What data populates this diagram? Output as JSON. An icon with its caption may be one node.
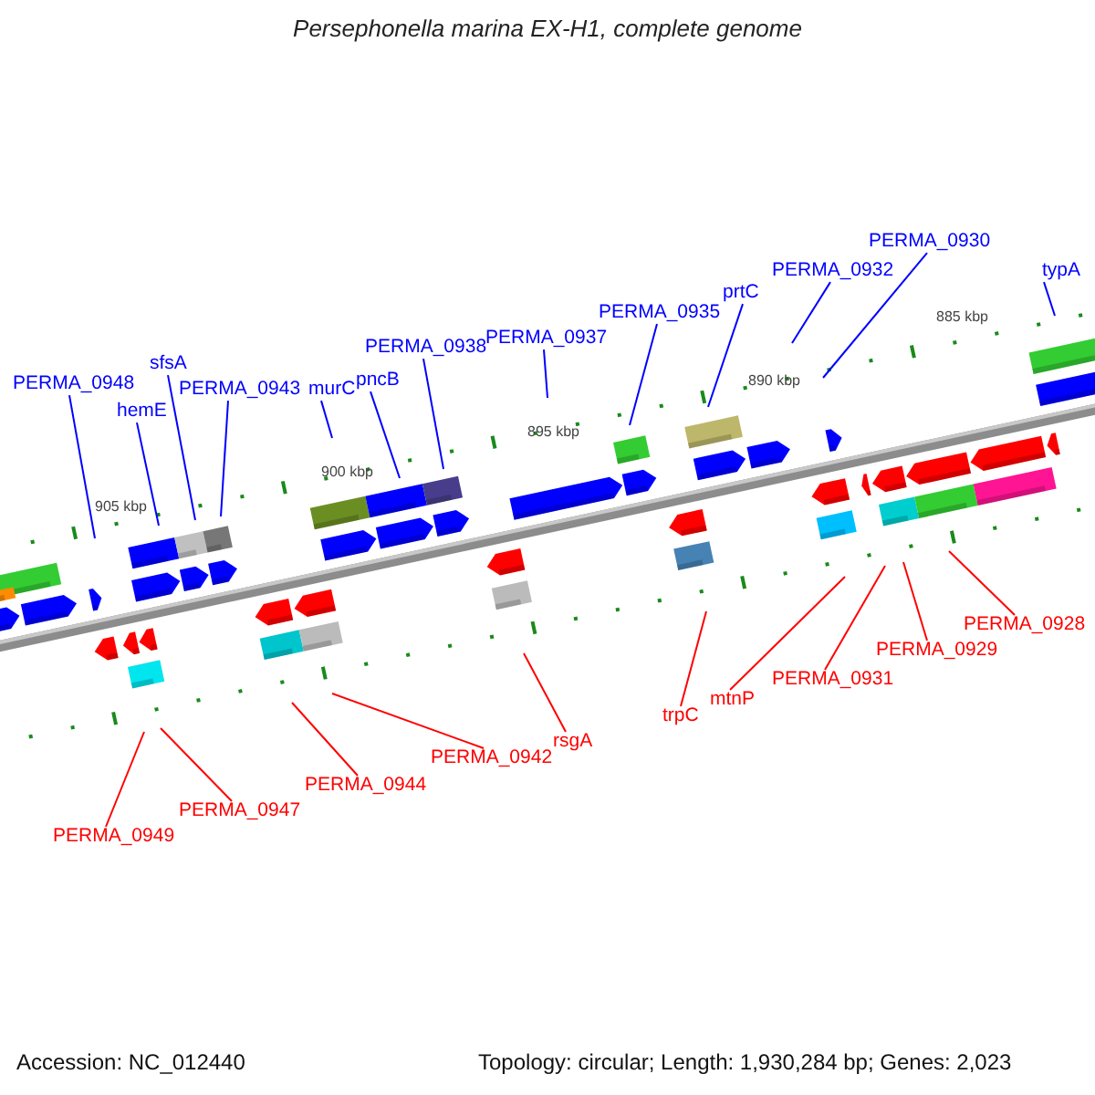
{
  "diagram": {
    "title": "Persephonella marina EX-H1, complete genome",
    "nodes": [
      {
        "text": [
          "PERMA_0948"
        ]
      },
      {
        "text": [
          "hemE"
        ]
      },
      {
        "text": [
          "sfsA"
        ]
      },
      {
        "text": [
          "PERMA_0943"
        ]
      },
      {
        "text": [
          "murC"
        ]
      },
      {
        "text": [
          "pncB"
        ]
      },
      {
        "text": [
          "PERMA_0938"
        ]
      },
      {
        "text": [
          "PERMA_0937"
        ]
      },
      {
        "text": [
          "PERMA_0935"
        ]
      },
      {
        "text": [
          "prtC"
        ]
      },
      {
        "text": [
          "PERMA_0932"
        ]
      },
      {
        "text": [
          "PERMA_0930"
        ]
      },
      {
        "text": [
          "typA"
        ]
      },
      {
        "text": [
          "PERMA_0949"
        ]
      },
      {
        "text": [
          "PERMA_0947"
        ]
      },
      {
        "text": [
          "PERMA_0944"
        ]
      },
      {
        "text": [
          "PERMA_0942"
        ]
      },
      {
        "text": [
          "rsgA"
        ]
      },
      {
        "text": [
          "trpC"
        ]
      },
      {
        "text": [
          "mtnP"
        ]
      },
      {
        "text": [
          "PERMA_0931"
        ]
      },
      {
        "text": [
          "PERMA_0929"
        ]
      },
      {
        "text": [
          "PERMA_0928"
        ]
      }
    ],
    "edges": [
      {
        "from": 0,
        "to": null,
        "arrow": "none"
      },
      {
        "from": 1,
        "to": null,
        "arrow": "none"
      },
      {
        "from": 2,
        "to": null,
        "arrow": "none"
      },
      {
        "from": 3,
        "to": null,
        "arrow": "none"
      },
      {
        "from": 4,
        "to": null,
        "arrow": "none"
      },
      {
        "from": 5,
        "to": null,
        "arrow": "none"
      },
      {
        "from": 6,
        "to": null,
        "arrow": "none"
      },
      {
        "from": 7,
        "to": null,
        "arrow": "none"
      },
      {
        "from": 8,
        "to": null,
        "arrow": "none"
      },
      {
        "from": 9,
        "to": null,
        "arrow": "none"
      },
      {
        "from": 10,
        "to": null,
        "arrow": "none"
      },
      {
        "from": 11,
        "to": null,
        "arrow": "none"
      },
      {
        "from": 12,
        "to": null,
        "arrow": "none"
      },
      {
        "from": 13,
        "to": null,
        "arrow": "none",
        "color": "#ff0000"
      },
      {
        "from": 14,
        "to": null,
        "arrow": "none",
        "color": "#ff0000"
      },
      {
        "from": 15,
        "to": null,
        "arrow": "none",
        "color": "#ff0000"
      },
      {
        "from": 16,
        "to": null,
        "arrow": "none",
        "color": "#ff0000"
      },
      {
        "from": 17,
        "to": null,
        "arrow": "none",
        "color": "#ff0000"
      },
      {
        "from": 18,
        "to": null,
        "arrow": "none",
        "color": "#ff0000"
      },
      {
        "from": 19,
        "to": null,
        "arrow": "none",
        "color": "#ff0000"
      },
      {
        "from": 20,
        "to": null,
        "arrow": "none",
        "color": "#ff0000"
      },
      {
        "from": 21,
        "to": null,
        "arrow": "none",
        "color": "#ff0000"
      },
      {
        "from": 22,
        "to": null,
        "arrow": "none",
        "color": "#ff0000"
      }
    ],
    "labels": [
      "905 kbp",
      "900 kbp",
      "895 kbp",
      "890 kbp",
      "885 kbp",
      "Accession: NC_012440",
      "Topology: circular; Length: 1,930,284 bp; Genes: 2,023"
    ]
  }
}
